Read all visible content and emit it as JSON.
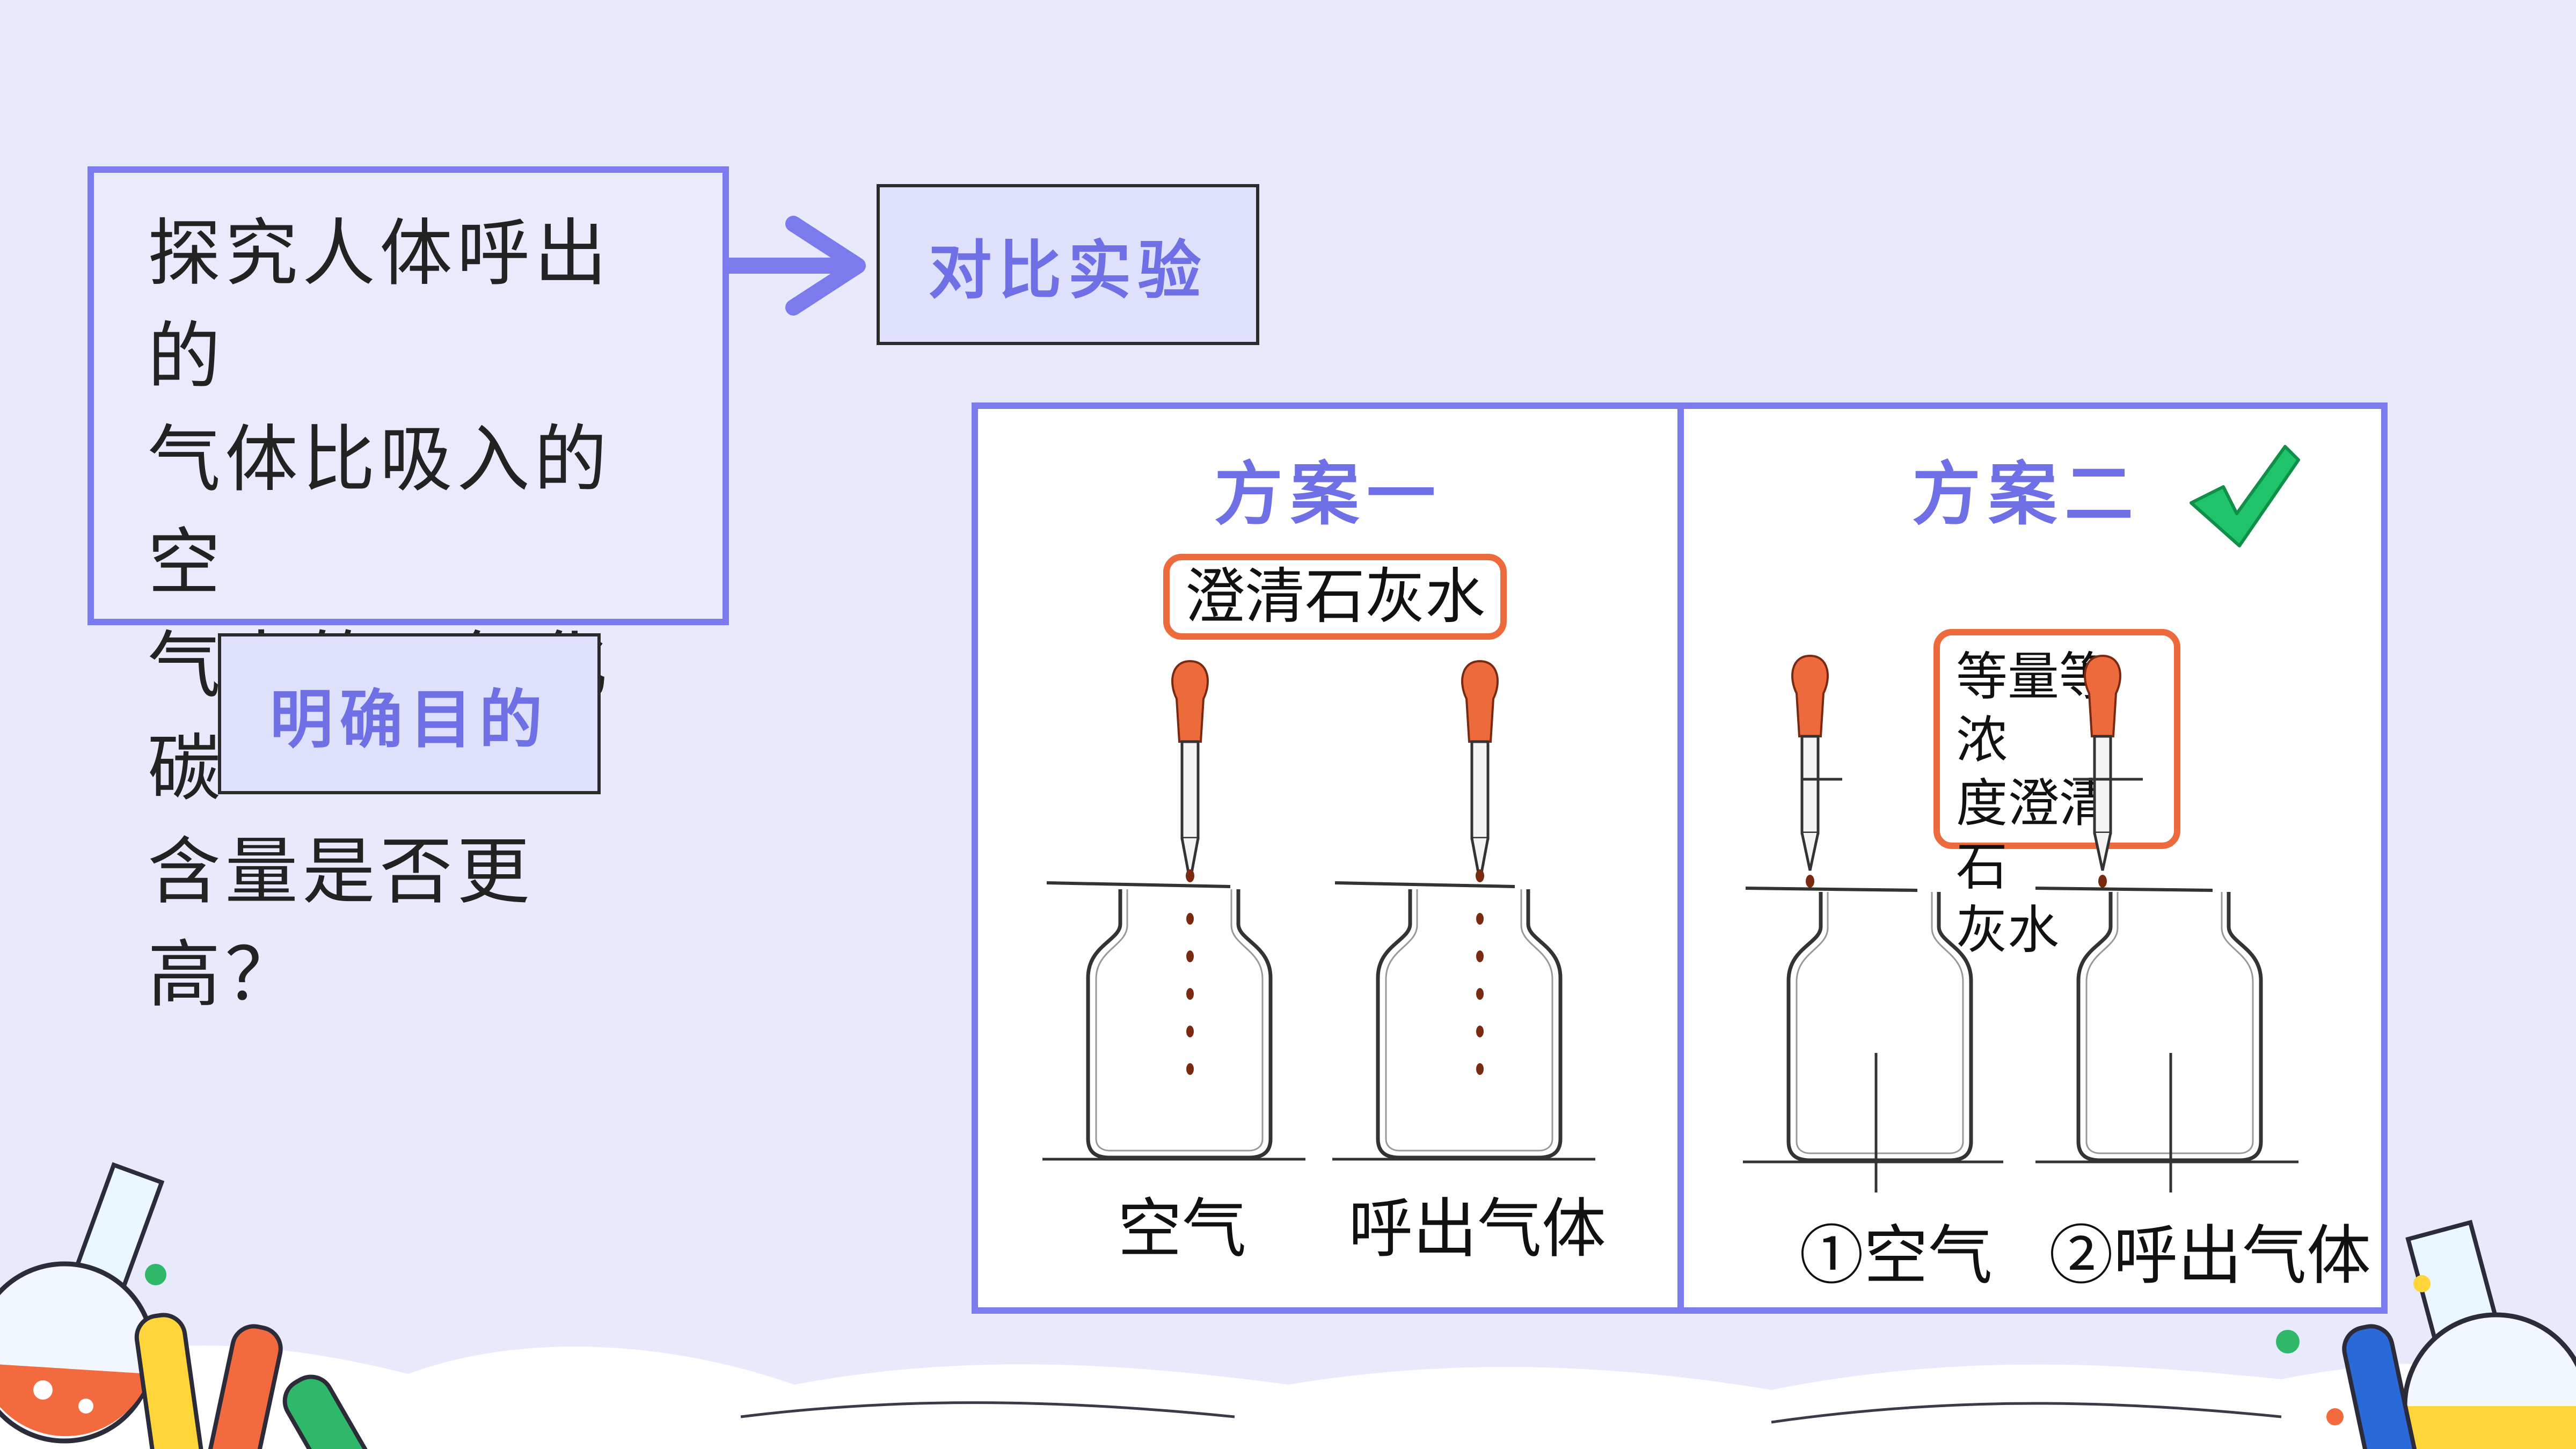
{
  "question": {
    "lines": [
      "探究人体呼出的",
      "气体比吸入的空",
      "气中的二氧化碳",
      "含量是否更高？"
    ]
  },
  "labels": {
    "goal": "明确目的",
    "compare": "对比实验"
  },
  "plan1": {
    "title": "方案一",
    "reagent": "澄清石灰水",
    "captions": [
      "空气",
      "呼出气体"
    ]
  },
  "plan2": {
    "title": "方案二",
    "reagent_lines": [
      "等量等浓",
      "度澄清石",
      "灰水"
    ],
    "captions": [
      "①空气",
      "②呼出气体"
    ]
  },
  "colors": {
    "accent": "#7b7bee",
    "highlight": "#ec6a3c",
    "check": "#1fc46a",
    "background": "#e8e9fb"
  },
  "icons": [
    "arrow-right-icon",
    "checkmark-icon",
    "dropper-icon",
    "gas-bottle-icon",
    "lab-flask-icon",
    "test-tube-icon"
  ]
}
